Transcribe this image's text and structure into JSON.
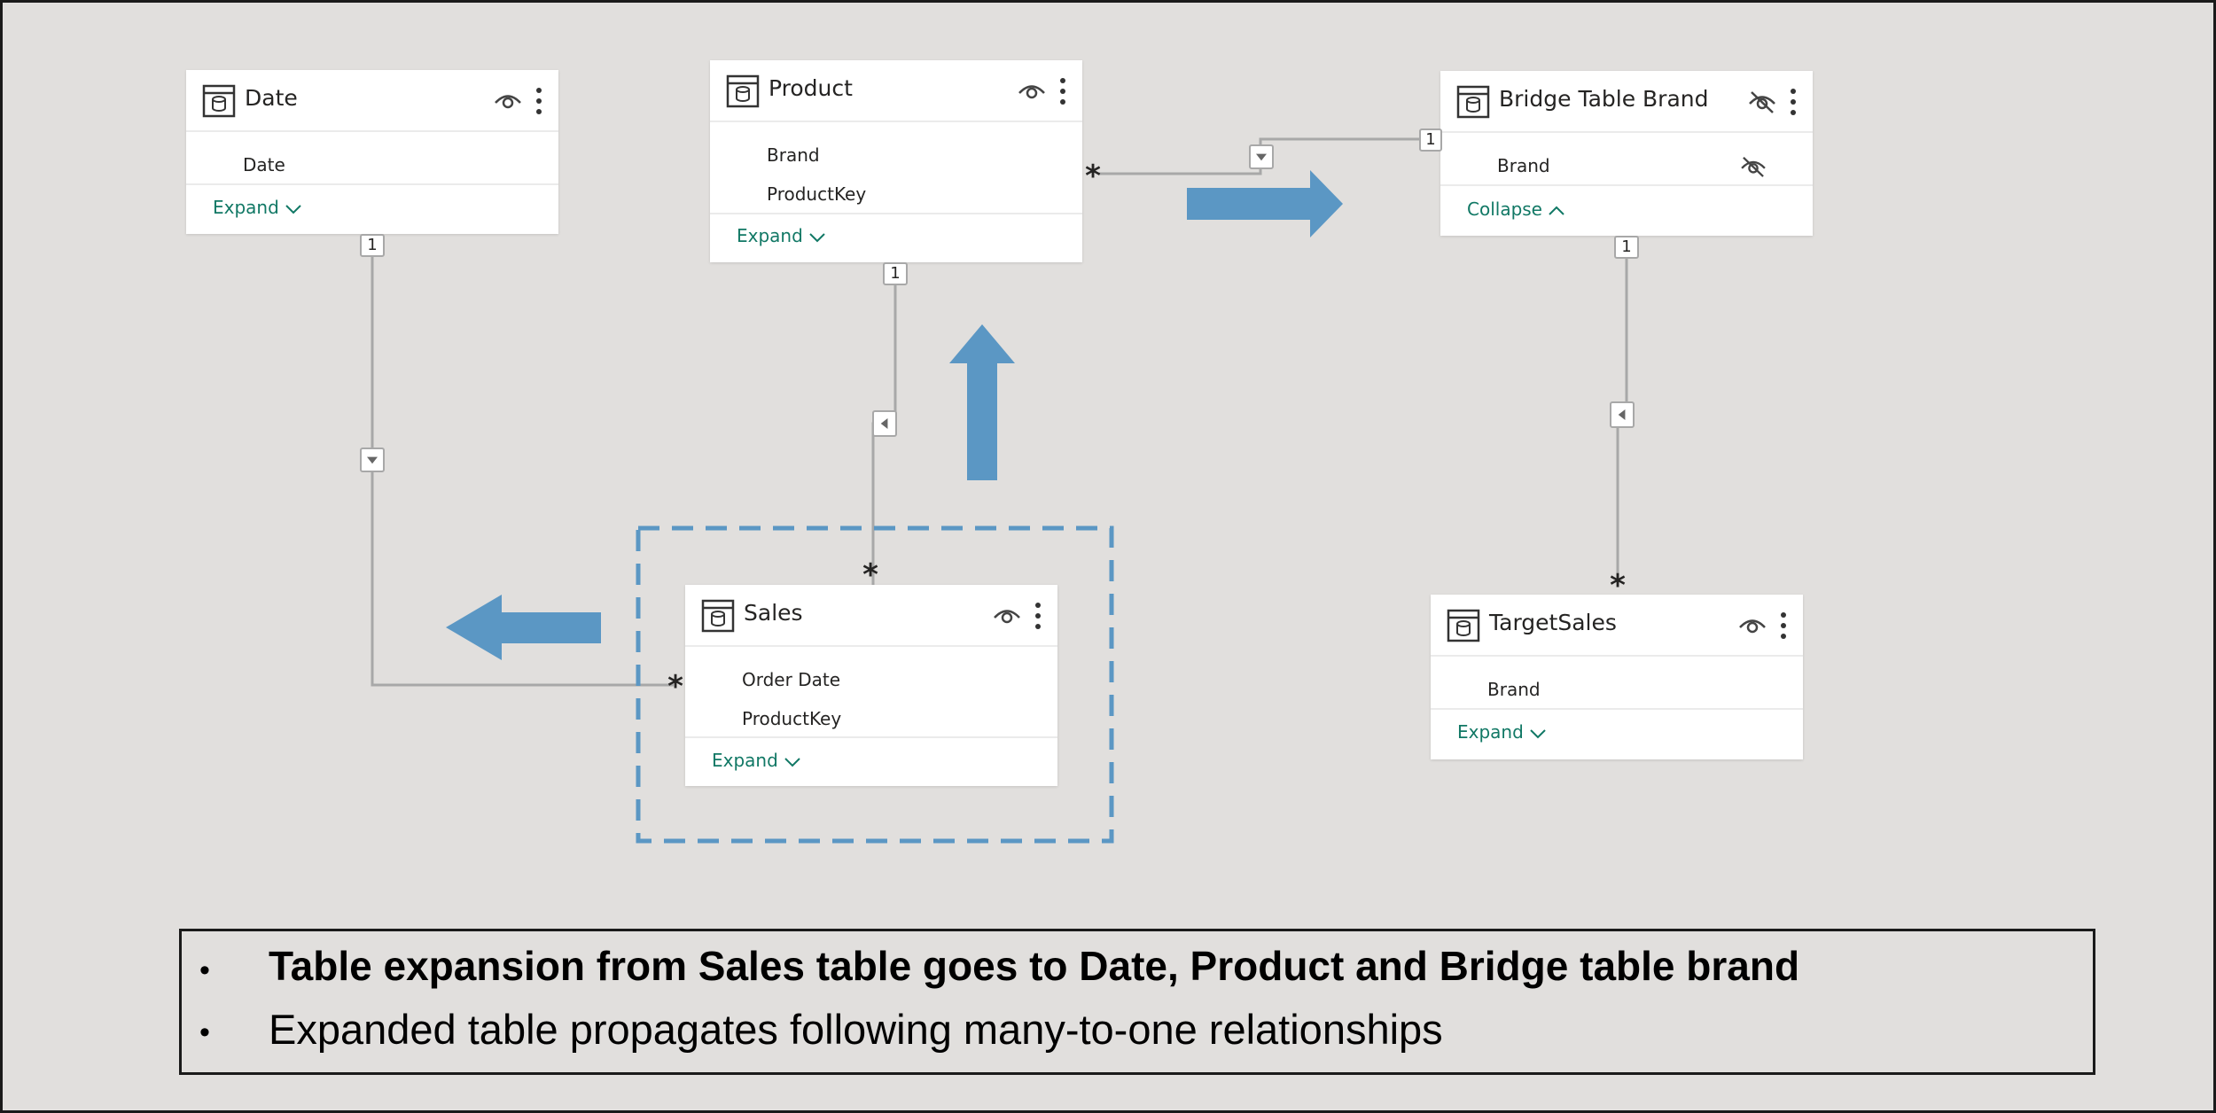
{
  "tables": {
    "date": {
      "title": "Date",
      "fields": [
        "Date"
      ],
      "toggle": "Expand"
    },
    "product": {
      "title": "Product",
      "fields": [
        "Brand",
        "ProductKey"
      ],
      "toggle": "Expand"
    },
    "bridge": {
      "title": "Bridge Table Brand",
      "fields": [
        "Brand"
      ],
      "toggle": "Collapse"
    },
    "sales": {
      "title": "Sales",
      "fields": [
        "Order Date",
        "ProductKey"
      ],
      "toggle": "Expand"
    },
    "target": {
      "title": "TargetSales",
      "fields": [
        "Brand"
      ],
      "toggle": "Expand"
    }
  },
  "cardinality": {
    "one": "1",
    "many": "*"
  },
  "caption": {
    "line1": "Table expansion from Sales table goes to Date, Product and Bridge table brand",
    "line2": "Expanded table propagates following many-to-one relationships"
  },
  "colors": {
    "canvas": "#e1dfdd",
    "arrow": "#5b97c4",
    "highlight_dash": "#5b97c4",
    "link_text": "#117865",
    "relationship_line": "#a8a8a8"
  },
  "icons": [
    "table-icon",
    "eye-icon",
    "eye-slash-icon",
    "more-vertical-icon",
    "chevron-down-icon",
    "chevron-up-icon",
    "filter-direction-icon"
  ]
}
